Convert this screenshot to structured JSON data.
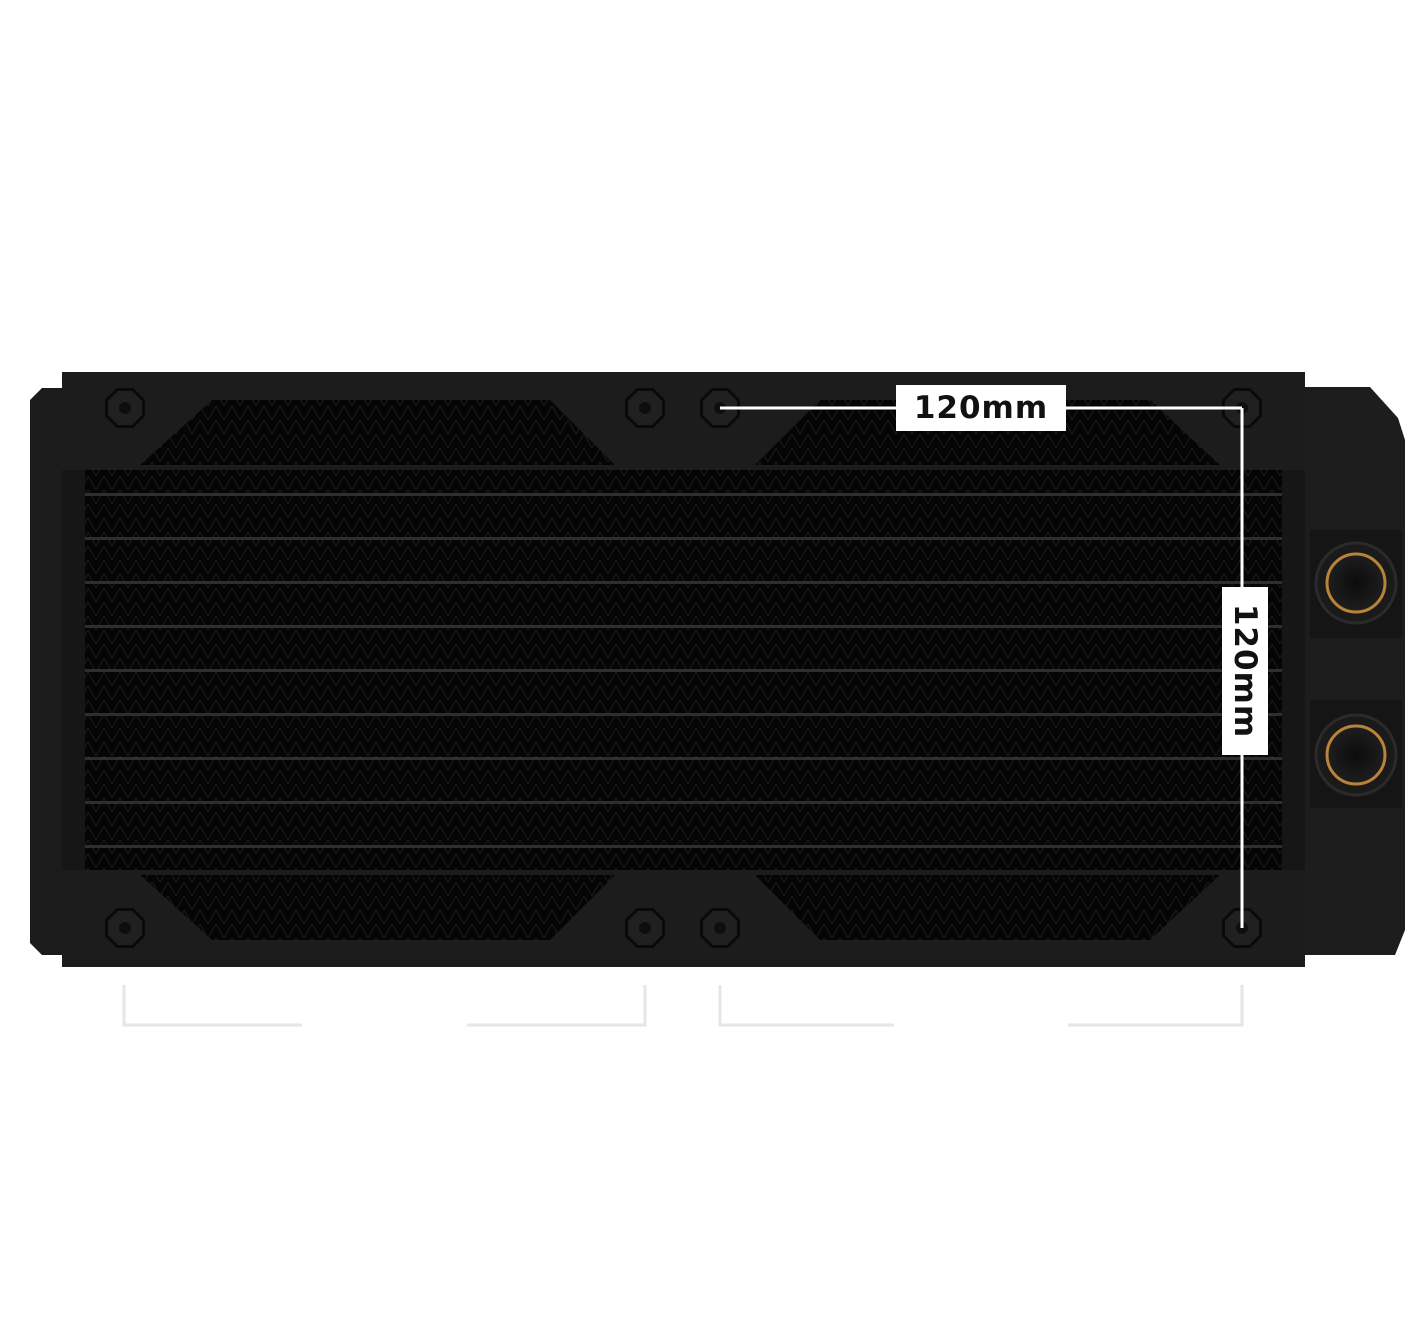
{
  "product": "radiator",
  "dimensions": {
    "width_label": "120mm",
    "height_label": "120mm"
  },
  "colors": {
    "body": "#1a1a1a",
    "fins": "#050505",
    "fitting_ring": "#b8843a",
    "dimension_line": "#ffffff",
    "bracket_line": "#e6e6e6"
  }
}
